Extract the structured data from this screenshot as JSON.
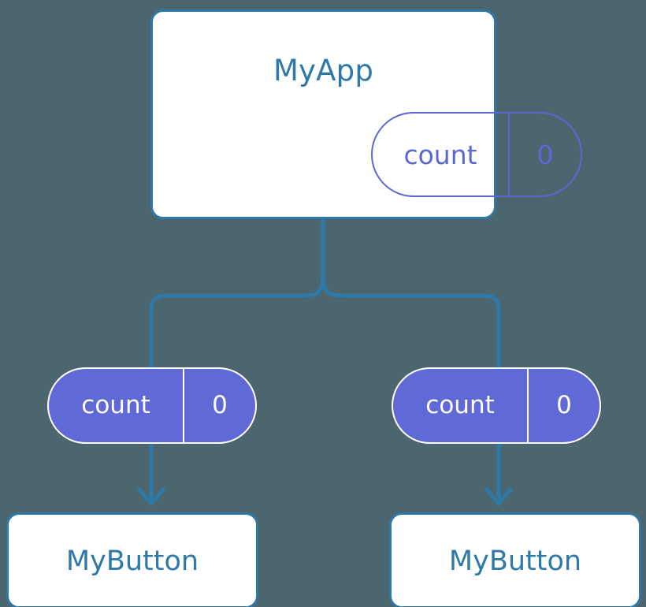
{
  "diagram": {
    "title": "MyApp component tree with count state",
    "background_color": "#4c6670",
    "accent_blue": "#2f79a8",
    "accent_purple": "#5f6ad6"
  },
  "root": {
    "label": "MyApp",
    "state_pill": {
      "key": "count",
      "value": "0",
      "style": "outline"
    }
  },
  "branches": [
    {
      "pill": {
        "key": "count",
        "value": "0",
        "style": "solid"
      },
      "leaf": {
        "label": "MyButton"
      }
    },
    {
      "pill": {
        "key": "count",
        "value": "0",
        "style": "solid"
      },
      "leaf": {
        "label": "MyButton"
      }
    }
  ]
}
